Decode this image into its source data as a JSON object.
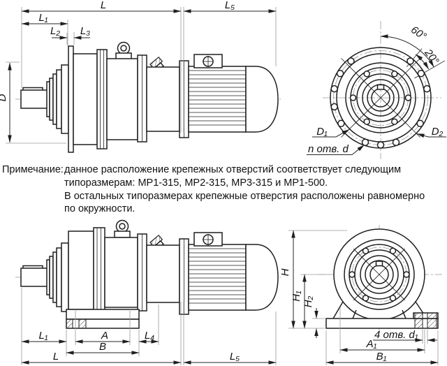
{
  "drawing": {
    "background": "#ffffff",
    "line_color": "#1f1f1f",
    "dims_top_side": {
      "L": "L",
      "L1": "L₁",
      "L2": "L₂",
      "L3": "L₃",
      "L5": "L₅",
      "D": "D"
    },
    "dims_top_front": {
      "angle_60": "60°",
      "angle_20": "20°",
      "D1": "D₁",
      "D2": "D₂",
      "holes_note": "n отв. d"
    },
    "dims_bottom_side": {
      "L1": "L₁",
      "A": "A",
      "B": "B",
      "L4": "L₄",
      "L": "L",
      "L5": "L₅"
    },
    "dims_bottom_front": {
      "H": "H",
      "H1": "H₁",
      "H2": "H₂",
      "holes_note": "4 отв. d₁",
      "A1": "A₁",
      "B1": "B₁"
    },
    "note": {
      "label": "Примечание:",
      "lines": [
        "данное расположение крепежных отверстий соответствует следующим",
        "типоразмерам: МР1-315, МР2-315, МР3-315 и МР1-500.",
        "В остальных типоразмерах крепежные отверстия расположены равномерно",
        "по окружности."
      ]
    }
  }
}
